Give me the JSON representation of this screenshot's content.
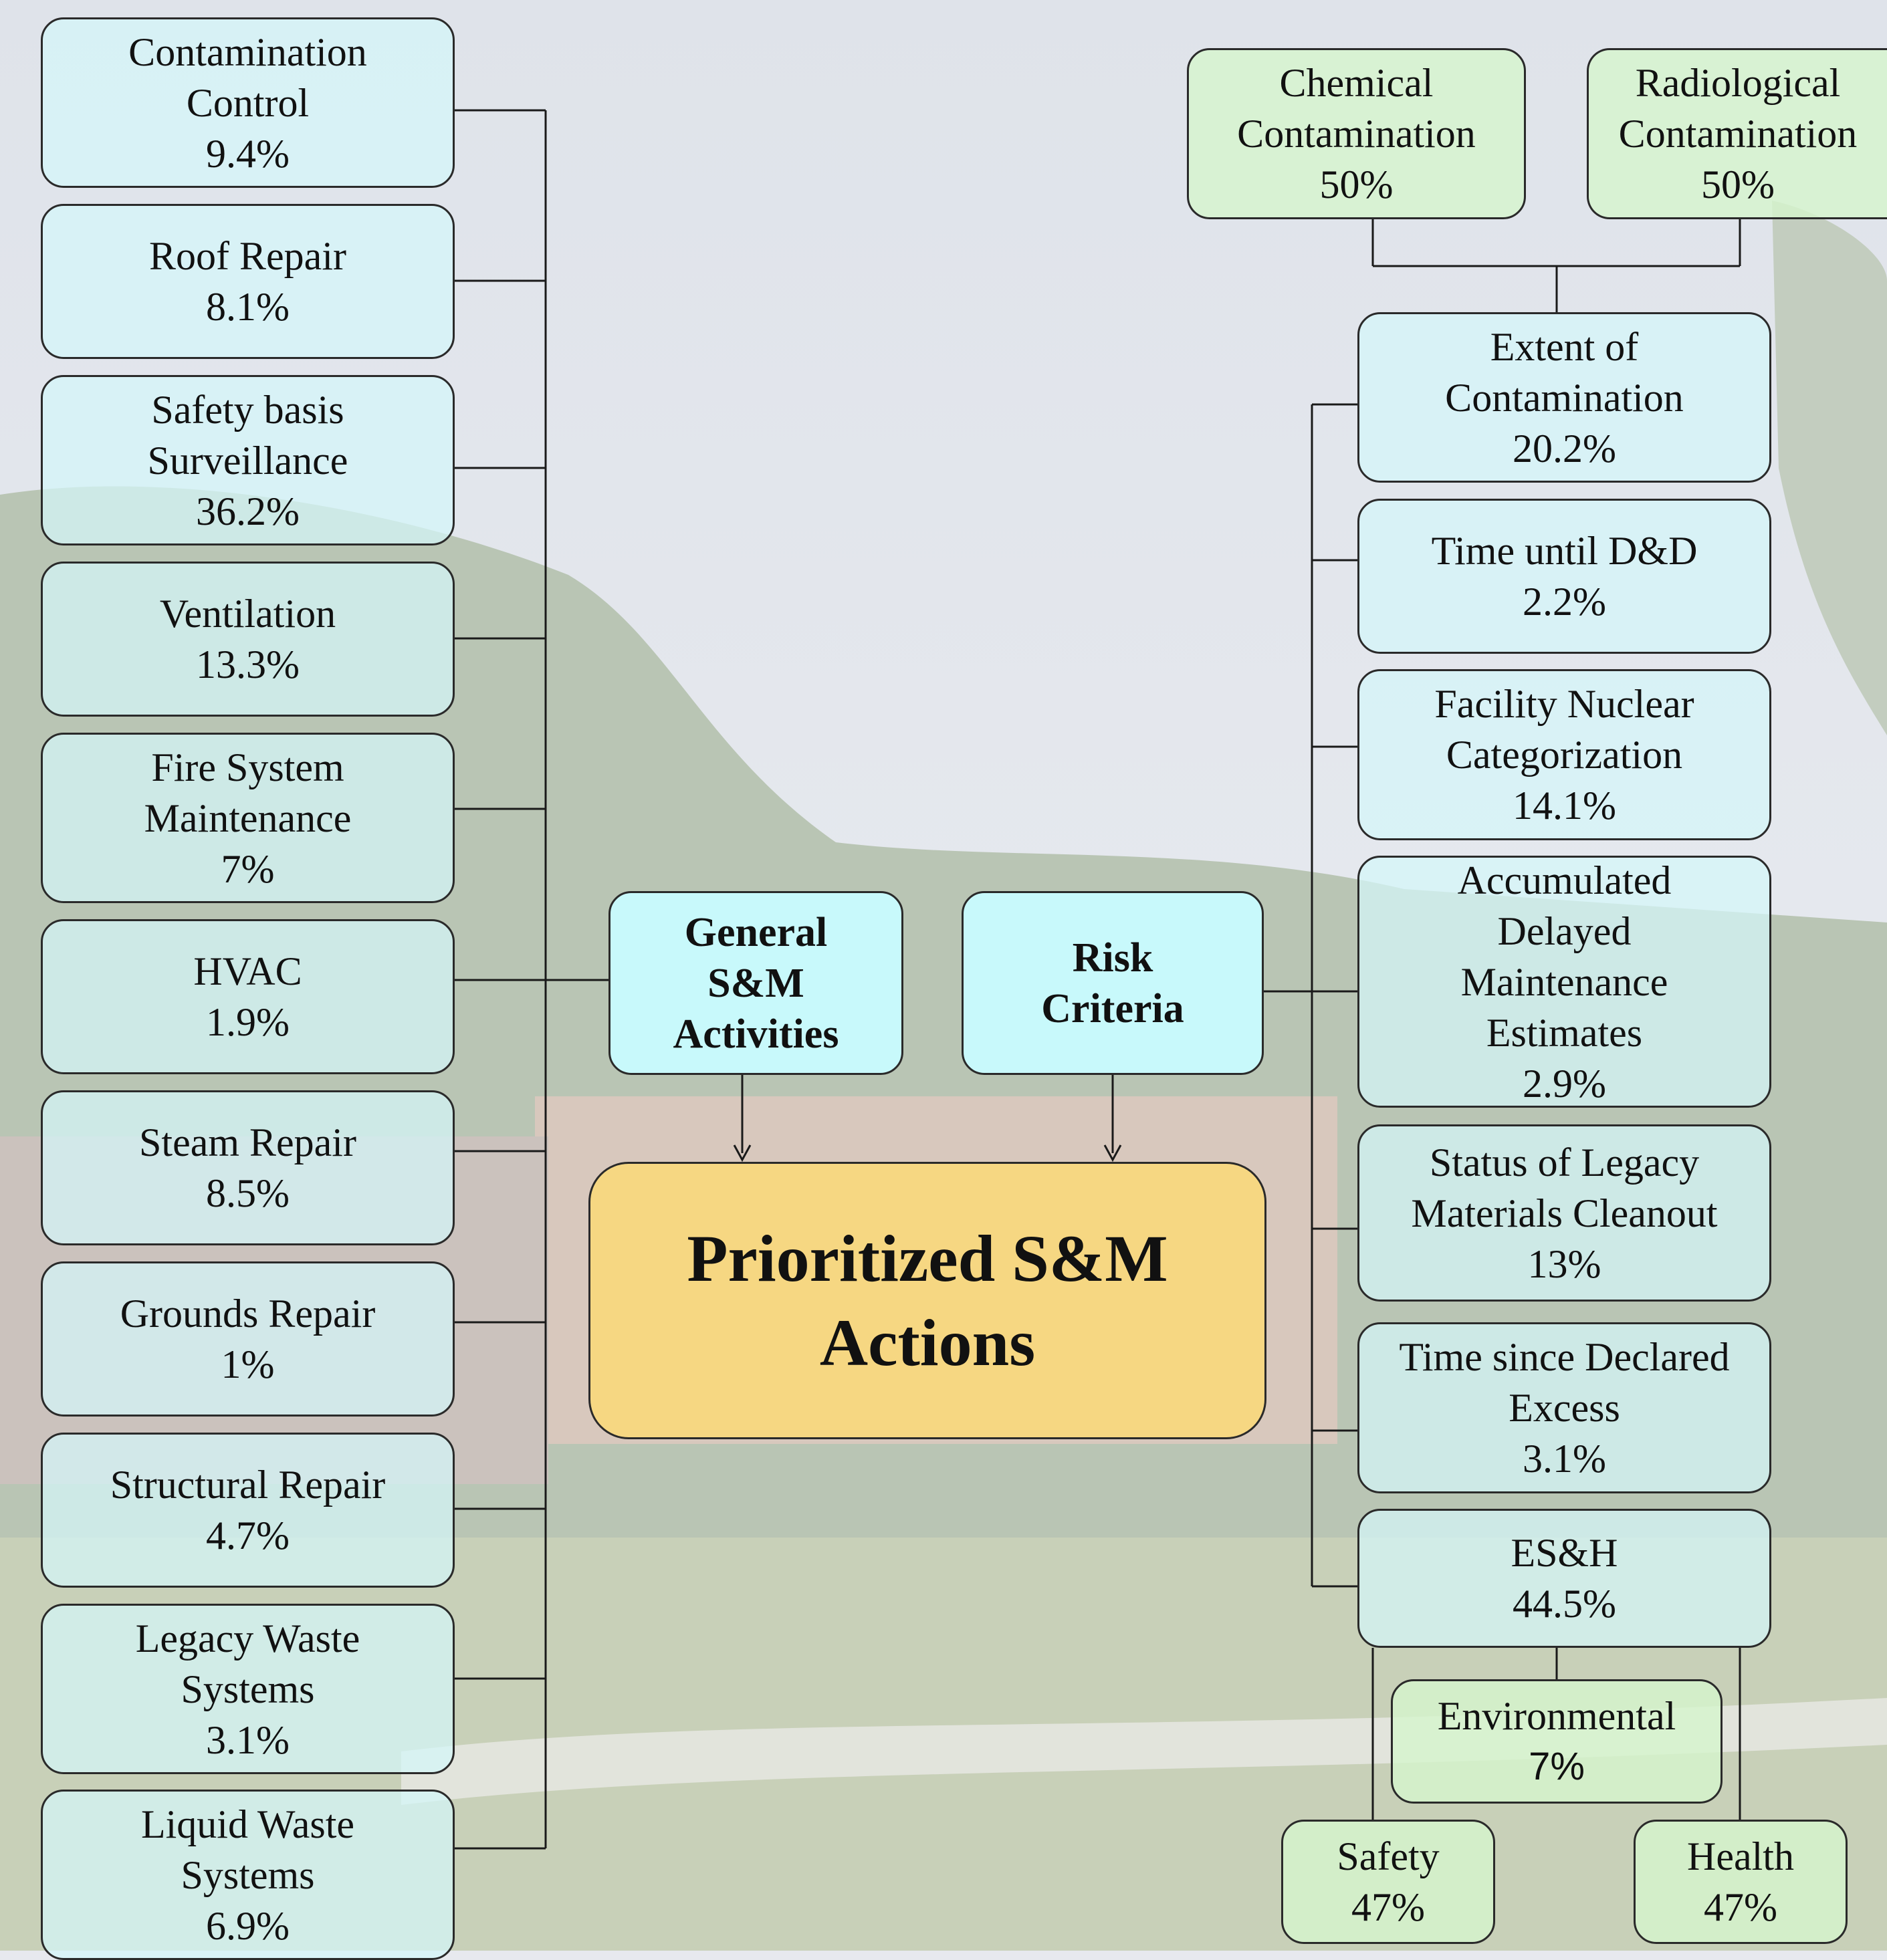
{
  "center": {
    "line1": "Prioritized S&M",
    "line2": "Actions"
  },
  "hubs": {
    "general": {
      "lines": [
        "General",
        "S&M",
        "Activities"
      ]
    },
    "risk": {
      "lines": [
        "Risk",
        "Criteria"
      ]
    }
  },
  "activities": [
    {
      "lines": [
        "Contamination",
        "Control"
      ],
      "pct": "9.4%"
    },
    {
      "lines": [
        "Roof Repair"
      ],
      "pct": "8.1%"
    },
    {
      "lines": [
        "Safety basis",
        "Surveillance"
      ],
      "pct": "36.2%"
    },
    {
      "lines": [
        "Ventilation"
      ],
      "pct": "13.3%"
    },
    {
      "lines": [
        "Fire System",
        "Maintenance"
      ],
      "pct": "7%"
    },
    {
      "lines": [
        "HVAC"
      ],
      "pct": "1.9%"
    },
    {
      "lines": [
        "Steam Repair"
      ],
      "pct": "8.5%"
    },
    {
      "lines": [
        "Grounds Repair"
      ],
      "pct": "1%"
    },
    {
      "lines": [
        "Structural Repair"
      ],
      "pct": "4.7%"
    },
    {
      "lines": [
        "Legacy Waste",
        "Systems"
      ],
      "pct": "3.1%"
    },
    {
      "lines": [
        "Liquid Waste",
        "Systems"
      ],
      "pct": "6.9%"
    }
  ],
  "risk_criteria": [
    {
      "lines": [
        "Extent of",
        "Contamination"
      ],
      "pct": "20.2%"
    },
    {
      "lines": [
        "Time until D&D"
      ],
      "pct": "2.2%"
    },
    {
      "lines": [
        "Facility Nuclear",
        "Categorization"
      ],
      "pct": "14.1%"
    },
    {
      "lines": [
        "Accumulated",
        "Delayed",
        "Maintenance",
        "Estimates"
      ],
      "pct": "2.9%"
    },
    {
      "lines": [
        "Status of Legacy",
        "Materials Cleanout"
      ],
      "pct": "13%"
    },
    {
      "lines": [
        "Time since Declared",
        "Excess"
      ],
      "pct": "3.1%"
    },
    {
      "lines": [
        "ES&H"
      ],
      "pct": "44.5%"
    }
  ],
  "contamination_sub": [
    {
      "lines": [
        "Chemical",
        "Contamination"
      ],
      "pct": "50%"
    },
    {
      "lines": [
        "Radiological",
        "Contamination"
      ],
      "pct": "50%"
    }
  ],
  "esh_sub": [
    {
      "lines": [
        "Environmental"
      ],
      "pct": "7%"
    },
    {
      "lines": [
        "Safety"
      ],
      "pct": "47%"
    },
    {
      "lines": [
        "Health"
      ],
      "pct": "47%"
    }
  ]
}
